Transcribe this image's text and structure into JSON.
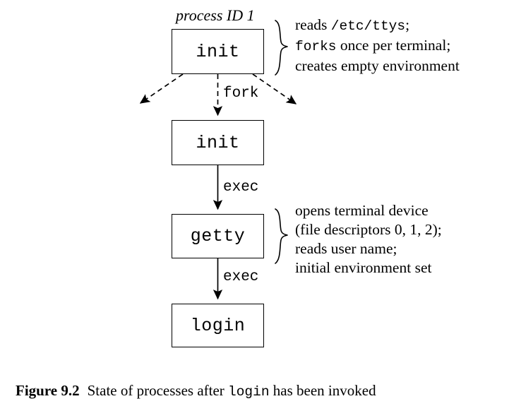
{
  "figure": {
    "caption_number": "Figure 9.2",
    "caption_text_before": "State of processes after ",
    "caption_mono": "login",
    "caption_text_after": " has been invoked"
  },
  "diagram": {
    "process_id_label": "process ID 1",
    "boxes": [
      {
        "id": "init-1",
        "label": "init"
      },
      {
        "id": "init-2",
        "label": "init"
      },
      {
        "id": "getty",
        "label": "getty"
      },
      {
        "id": "login",
        "label": "login"
      }
    ],
    "edges": [
      {
        "id": "fork",
        "label": "fork",
        "style": "dashed"
      },
      {
        "id": "exec-1",
        "label": "exec",
        "style": "solid"
      },
      {
        "id": "exec-2",
        "label": "exec",
        "style": "solid"
      }
    ],
    "annotations": [
      {
        "id": "init-annotation",
        "lines": [
          [
            {
              "text": "reads ",
              "mono": false
            },
            {
              "text": "/etc/ttys",
              "mono": true
            },
            {
              "text": ";",
              "mono": false
            }
          ],
          [
            {
              "text": "forks",
              "mono": true
            },
            {
              "text": " once per terminal;",
              "mono": false
            }
          ],
          [
            {
              "text": "creates empty environment",
              "mono": false
            }
          ]
        ]
      },
      {
        "id": "getty-annotation",
        "lines": [
          [
            {
              "text": "opens terminal device",
              "mono": false
            }
          ],
          [
            {
              "text": "(file descriptors 0, 1, 2);",
              "mono": false
            }
          ],
          [
            {
              "text": "reads user name;",
              "mono": false
            }
          ],
          [
            {
              "text": "initial environment set",
              "mono": false
            }
          ]
        ]
      }
    ]
  },
  "colors": {
    "stroke": "#000000",
    "background": "#ffffff"
  }
}
